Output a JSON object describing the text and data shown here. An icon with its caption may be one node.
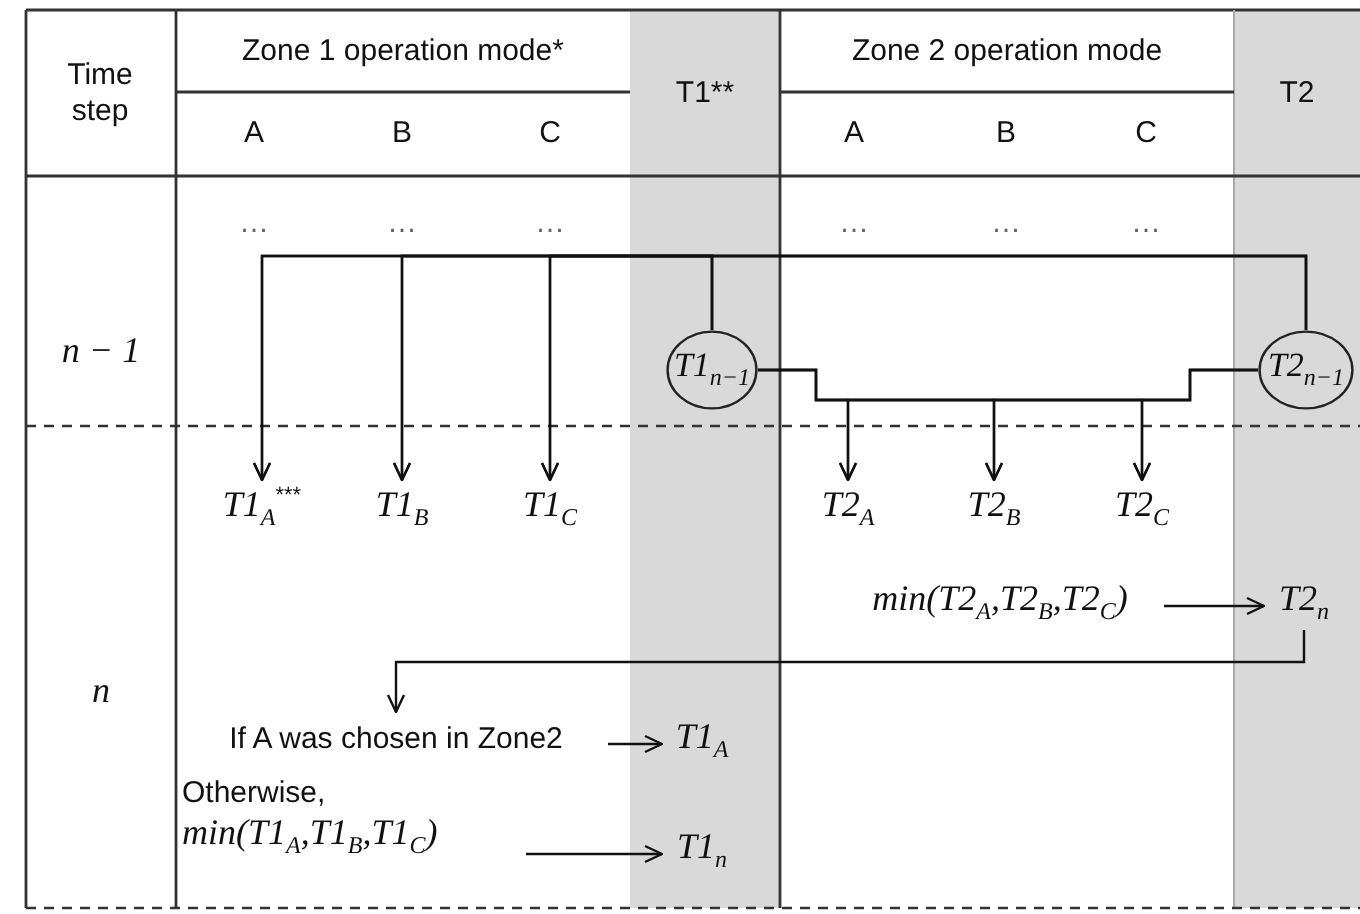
{
  "diagram": {
    "nodes": [
      {
        "text": [
          "T1$_{n−1}$"
        ]
      },
      {
        "text": [
          "T2$_{n−1}$"
        ]
      },
      {
        "text": [
          "T1$_{A}$$^{***}$"
        ]
      },
      {
        "text": [
          "T1$_{B}$"
        ]
      },
      {
        "text": [
          "T1$_{C}$"
        ]
      },
      {
        "text": [
          "T2$_{A}$"
        ]
      },
      {
        "text": [
          "T2$_{B}$"
        ]
      },
      {
        "text": [
          "T2$_{C}$"
        ]
      },
      {
        "text": [
          "min(T2$_{A}$,T2$_{B}$,T2$_{C}$)"
        ]
      },
      {
        "text": [
          "T2$_{n}$"
        ]
      },
      {
        "text": [
          "If A was chosen in Zone2"
        ]
      },
      {
        "text": [
          "T1$_{A}$"
        ]
      },
      {
        "text": [
          "Otherwise,",
          "min(T1$_{A}$,T1$_{B}$,T1$_{C}$)"
        ]
      },
      {
        "text": [
          "T1$_{n}$"
        ]
      }
    ],
    "edges": [
      {
        "from": 0,
        "to": 2,
        "arrow": "to"
      },
      {
        "from": 0,
        "to": 3,
        "arrow": "to"
      },
      {
        "from": 0,
        "to": 4,
        "arrow": "to"
      },
      {
        "from": 1,
        "to": 2,
        "arrow": "to"
      },
      {
        "from": 1,
        "to": 3,
        "arrow": "to"
      },
      {
        "from": 1,
        "to": 4,
        "arrow": "to"
      },
      {
        "from": 0,
        "to": 5,
        "arrow": "to"
      },
      {
        "from": 0,
        "to": 6,
        "arrow": "to"
      },
      {
        "from": 0,
        "to": 7,
        "arrow": "to"
      },
      {
        "from": 1,
        "to": 5,
        "arrow": "to"
      },
      {
        "from": 1,
        "to": 6,
        "arrow": "to"
      },
      {
        "from": 1,
        "to": 7,
        "arrow": "to"
      },
      {
        "from": 8,
        "to": 9,
        "arrow": "to"
      },
      {
        "from": 9,
        "to": 10,
        "arrow": "to"
      },
      {
        "from": 10,
        "to": 11,
        "arrow": "to"
      },
      {
        "from": 12,
        "to": 13,
        "arrow": "to"
      }
    ],
    "labels": [
      "Time step",
      "Zone 1 operation mode*",
      "T1**",
      "Zone 2 operation mode",
      "T2",
      "A",
      "B",
      "C",
      "A",
      "B",
      "C",
      "…",
      "…",
      "…",
      "…",
      "…",
      "…",
      "n − 1",
      "n"
    ]
  }
}
